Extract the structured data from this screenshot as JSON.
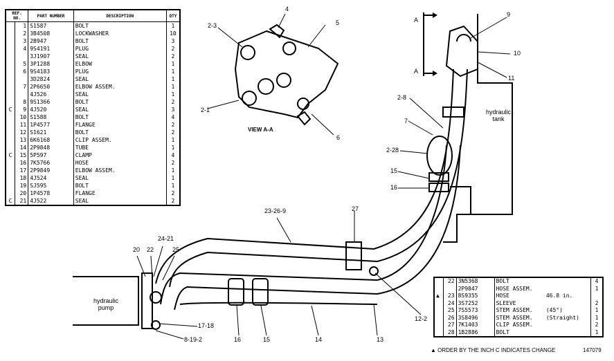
{
  "parts_table": {
    "headers": [
      "REF. NO.",
      "PART NUMBER",
      "DESCRIPTION",
      "QTY"
    ],
    "rows": [
      {
        "c": "",
        "ref": "1",
        "pn": "S1587",
        "desc": "BOLT",
        "qty": "1"
      },
      {
        "c": "",
        "ref": "2",
        "pn": "3B4508",
        "desc": "LOCKWASHER",
        "qty": "10"
      },
      {
        "c": "",
        "ref": "3",
        "pn": "2B947",
        "desc": "BOLT",
        "qty": "3"
      },
      {
        "c": "",
        "ref": "4",
        "pn": "9S4191",
        "desc": "PLUG",
        "qty": "2"
      },
      {
        "c": "",
        "ref": "",
        "pn": "3J1907",
        "desc": "SEAL",
        "qty": "2"
      },
      {
        "c": "",
        "ref": "5",
        "pn": "3P1288",
        "desc": "ELBOW",
        "qty": "1"
      },
      {
        "c": "",
        "ref": "6",
        "pn": "9S4183",
        "desc": "PLUG",
        "qty": "1"
      },
      {
        "c": "",
        "ref": "",
        "pn": "3D2824",
        "desc": "SEAL",
        "qty": "1"
      },
      {
        "c": "",
        "ref": "7",
        "pn": "2P6650",
        "desc": "ELBOW ASSEM.",
        "qty": "1"
      },
      {
        "c": "",
        "ref": "",
        "pn": "4J526",
        "desc": "SEAL",
        "qty": "1"
      },
      {
        "c": "",
        "ref": "8",
        "pn": "9S1366",
        "desc": "BOLT",
        "qty": "2"
      },
      {
        "c": "C",
        "ref": "9",
        "pn": "4J520",
        "desc": "SEAL",
        "qty": "3"
      },
      {
        "c": "",
        "ref": "10",
        "pn": "S1588",
        "desc": "BOLT",
        "qty": "4"
      },
      {
        "c": "",
        "ref": "11",
        "pn": "1P4577",
        "desc": "FLANGE",
        "qty": "2"
      },
      {
        "c": "",
        "ref": "12",
        "pn": "S1621",
        "desc": "BOLT",
        "qty": "2"
      },
      {
        "c": "",
        "ref": "13",
        "pn": "6K6168",
        "desc": "CLIP ASSEM.",
        "qty": "1"
      },
      {
        "c": "",
        "ref": "14",
        "pn": "2P9848",
        "desc": "TUBE",
        "qty": "1"
      },
      {
        "c": "C",
        "ref": "15",
        "pn": "5P597",
        "desc": "CLAMP",
        "qty": "4"
      },
      {
        "c": "",
        "ref": "16",
        "pn": "7K5766",
        "desc": "HOSE",
        "qty": "2"
      },
      {
        "c": "",
        "ref": "17",
        "pn": "2P9849",
        "desc": "ELBOW ASSEM.",
        "qty": "1"
      },
      {
        "c": "",
        "ref": "18",
        "pn": "4J524",
        "desc": "SEAL",
        "qty": "1"
      },
      {
        "c": "",
        "ref": "19",
        "pn": "SJ595",
        "desc": "BOLT",
        "qty": "1"
      },
      {
        "c": "",
        "ref": "20",
        "pn": "1P4578",
        "desc": "FLANGE",
        "qty": "2"
      },
      {
        "c": "C",
        "ref": "21",
        "pn": "4J522",
        "desc": "SEAL",
        "qty": "2"
      }
    ]
  },
  "parts_table2": {
    "rows": [
      {
        "mark": "",
        "ref": "22",
        "pn": "3N5368",
        "desc": "BOLT",
        "extra": "",
        "qty": "4"
      },
      {
        "mark": "",
        "ref": "",
        "pn": "2P9847",
        "desc": "HOSE ASSEM.",
        "extra": "",
        "qty": "1"
      },
      {
        "mark": "▲",
        "ref": "23",
        "pn": "8S9355",
        "desc": "HOSE",
        "extra": "46.8 in.",
        "qty": ""
      },
      {
        "mark": "",
        "ref": "24",
        "pn": "3S7252",
        "desc": "SLEEVE",
        "extra": "",
        "qty": "2"
      },
      {
        "mark": "",
        "ref": "25",
        "pn": "7S5573",
        "desc": "STEM ASSEM.",
        "extra": "(45°)",
        "qty": "1"
      },
      {
        "mark": "",
        "ref": "26",
        "pn": "3S8496",
        "desc": "STEM ASSEM.",
        "extra": "(Straight)",
        "qty": "1"
      },
      {
        "mark": "",
        "ref": "27",
        "pn": "7K1403",
        "desc": "CLIP ASSEM.",
        "extra": "",
        "qty": "2"
      },
      {
        "mark": "",
        "ref": "28",
        "pn": "1B2886",
        "desc": "BOLT",
        "extra": "",
        "qty": "1"
      }
    ]
  },
  "footnote": "▲ ORDER BY THE INCH   C INDICATES CHANGE",
  "figure_number": "147079",
  "view_label": "VIEW A-A",
  "tank_label": "hydraulic tank",
  "pump_label": "hydraulic pump",
  "callouts": {
    "c_4": "4",
    "c_5": "5",
    "c_2_3": "2-3",
    "c_2_1": "2-1",
    "c_6": "6",
    "c_9": "9",
    "c_10": "10",
    "c_11": "11",
    "c_A_top": "A",
    "c_A_bottom": "A",
    "c_2_8": "2-8",
    "c_7": "7",
    "c_2_28": "2-28",
    "c_15": "15",
    "c_16": "16",
    "c_23_26_9": "23-26-9",
    "c_27": "27",
    "c_24_21": "24-21",
    "c_20": "20",
    "c_22": "22",
    "c_25": "25",
    "c_17_18": "17-18",
    "c_8_19_2": "8-19-2",
    "c_16b": "16",
    "c_15b": "15",
    "c_14": "14",
    "c_13": "13",
    "c_12_2": "12-2"
  }
}
